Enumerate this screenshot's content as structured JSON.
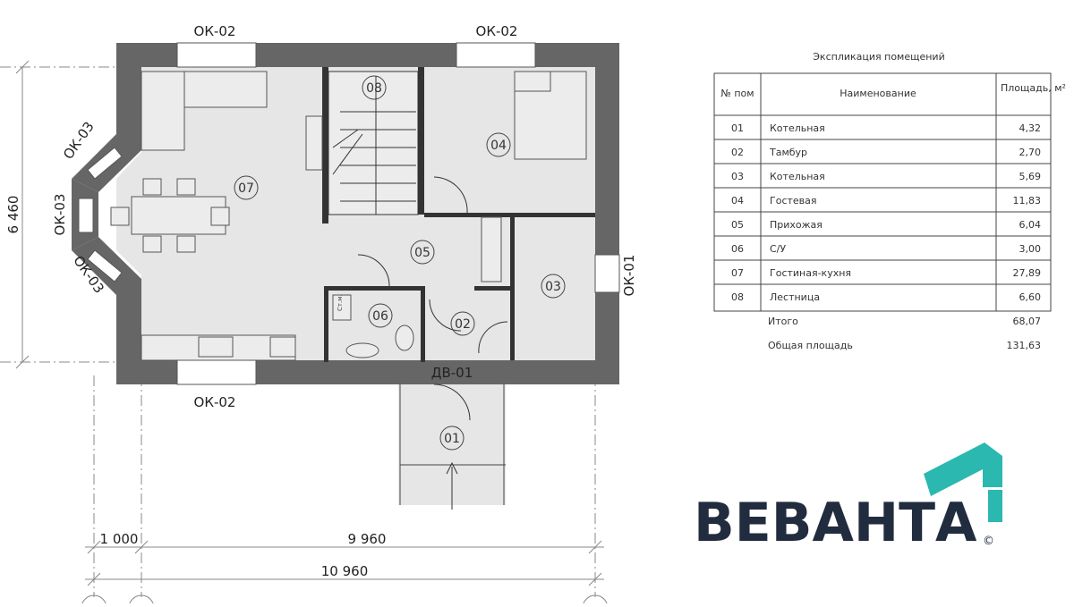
{
  "plan": {
    "windows": {
      "top_left": "ОК-02",
      "top_right": "ОК-02",
      "bottom": "ОК-02",
      "right": "ОК-01",
      "bay_top": "ОК-03",
      "bay_mid": "ОК-03",
      "bay_bottom": "ОК-03"
    },
    "door": "ДВ-01",
    "rooms": [
      "01",
      "02",
      "03",
      "04",
      "05",
      "06",
      "07",
      "08"
    ],
    "wc_small": "Ст.м.",
    "dims": {
      "height": "6 460",
      "porch": "1 000",
      "inner": "9 960",
      "total": "10 960"
    }
  },
  "explication": {
    "title": "Экспликация помещений",
    "headers": {
      "num": "№ пом",
      "name": "Наименование",
      "area": "Площадь, м²"
    },
    "rows": [
      {
        "num": "01",
        "name": "Котельная",
        "area": "4,32"
      },
      {
        "num": "02",
        "name": "Тамбур",
        "area": "2,70"
      },
      {
        "num": "03",
        "name": "Котельная",
        "area": "5,69"
      },
      {
        "num": "04",
        "name": "Гостевая",
        "area": "11,83"
      },
      {
        "num": "05",
        "name": "Прихожая",
        "area": "6,04"
      },
      {
        "num": "06",
        "name": "С/У",
        "area": "3,00"
      },
      {
        "num": "07",
        "name": "Гостиная-кухня",
        "area": "27,89"
      },
      {
        "num": "08",
        "name": "Лестница",
        "area": "6,60"
      }
    ],
    "total_label": "Итого",
    "total_value": "68,07",
    "gross_label": "Общая площадь",
    "gross_value": "131,63"
  },
  "brand": {
    "name": "ВЕВАНТА",
    "copyright": "©",
    "accent": "#2bb8b0",
    "dark": "#222c3f"
  },
  "colors": {
    "wall": "#666666",
    "floor": "#e6e6e6"
  }
}
